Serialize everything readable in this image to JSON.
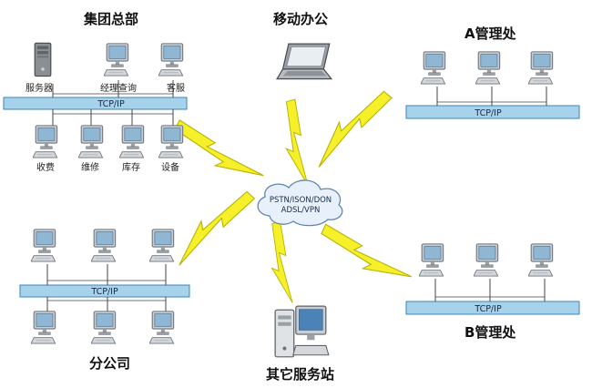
{
  "title": "",
  "groups": {
    "hq": {
      "name": "集团总部",
      "bus_label": "TCP/IP",
      "top_devices": [
        "服务器",
        "经理查询",
        "客服"
      ],
      "bottom_devices": [
        "收费",
        "维修",
        "库存",
        "设备"
      ]
    },
    "mobile": {
      "name": "移动办公"
    },
    "office_a": {
      "name": "A管理处",
      "bus_label": "TCP/IP"
    },
    "office_b": {
      "name": "B管理处",
      "bus_label": "TCP/IP"
    },
    "branch": {
      "name": "分公司",
      "bus_label": "TCP/IP"
    },
    "service": {
      "name": "其它服务站"
    }
  },
  "cloud": {
    "line1": "PSTN/ISON/DON",
    "line2": "ADSL/VPN"
  },
  "colors": {
    "bus_fill": "#a6d2ec",
    "bus_edge": "#3f86b8",
    "lightning": "#f5f02a",
    "cloud_fill": "#e8f1fb",
    "monitor_screen": "#8fb7d4"
  }
}
